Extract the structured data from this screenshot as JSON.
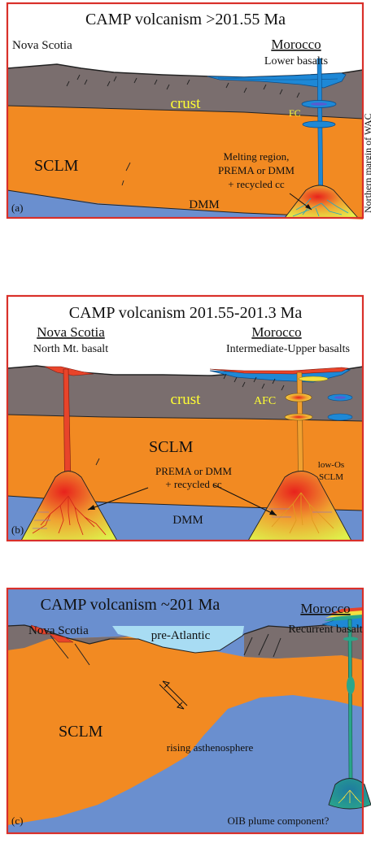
{
  "colors": {
    "frame": "#d9302a",
    "crust": "#7a6e6e",
    "sclm": "#f28a22",
    "dmm": "#6a8fcf",
    "ocean": "#a8dcf3",
    "magma_blue": "#1e88d6",
    "label_yellow": "#ffff33",
    "melt_red": "#e8221c",
    "melt_yellow": "#e6f04a",
    "teal": "#2aa68a"
  },
  "panel_a": {
    "title": "CAMP volcanism >201.55 Ma",
    "left_region": "Nova Scotia",
    "right_region": "Morocco",
    "right_sub": "Lower basalts",
    "crust_label": "crust",
    "fc_label": "FC",
    "sclm_label": "SCLM",
    "melt_line1": "Melting region,",
    "melt_line2": "PREMA or DMM",
    "melt_line3": "+ recycled cc",
    "wac_label": "Northern margin of WAC",
    "dmm_label": "DMM",
    "panel_letter": "(a)"
  },
  "panel_b": {
    "title": "CAMP volcanism 201.55-201.3 Ma",
    "left_region": "Nova Scotia",
    "left_sub": "North Mt. basalt",
    "right_region": "Morocco",
    "right_sub": "Intermediate-Upper basalts",
    "crust_label": "crust",
    "afc_label": "AFC",
    "sclm_label": "SCLM",
    "melt_line1": "PREMA or DMM",
    "melt_line2": "+ recycled cc",
    "lowos_line1": "low-Os",
    "lowos_line2": "SCLM",
    "dmm_label": "DMM",
    "panel_letter": "(b)"
  },
  "panel_c": {
    "title": "CAMP volcanism ~201 Ma",
    "left_region": "Nova Scotia",
    "right_region": "Morocco",
    "right_sub": "Recurrent basalt",
    "ocean_label": "pre-Atlantic",
    "sclm_label": "SCLM",
    "asth_label": "rising asthenosphere",
    "oib_label": "OIB plume component?",
    "panel_letter": "(c)"
  }
}
